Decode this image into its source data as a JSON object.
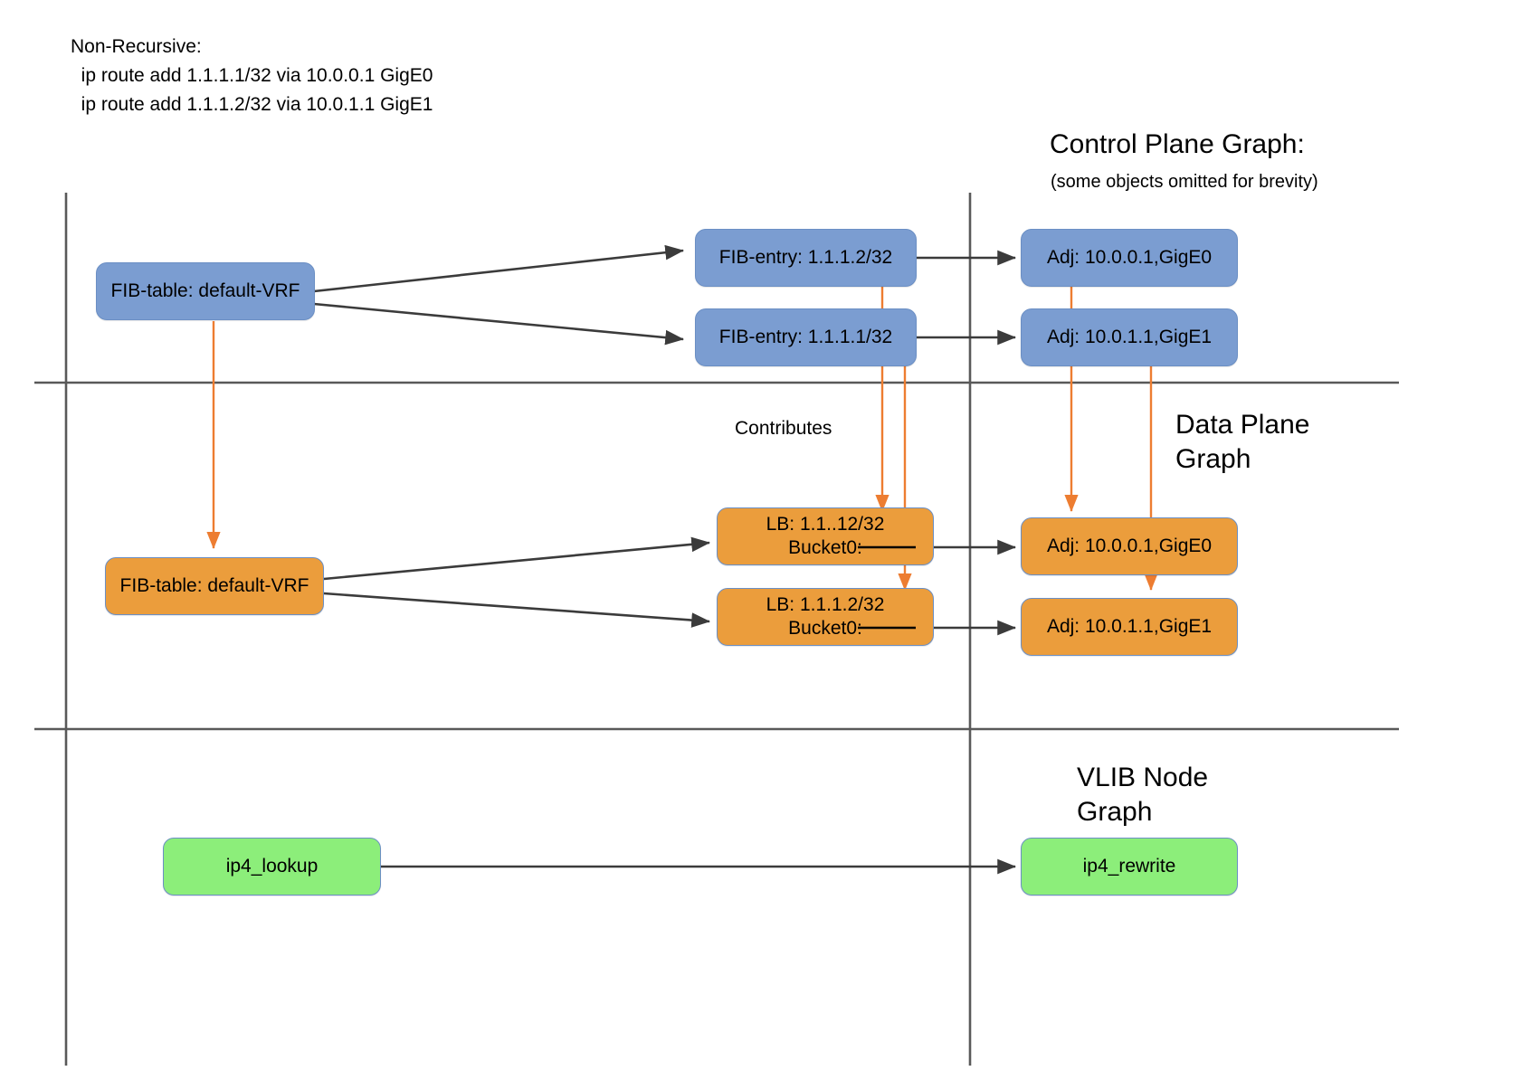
{
  "code_note": {
    "title": "Non-Recursive:",
    "lines": [
      "  ip route add 1.1.1.1/32 via 10.0.0.1 GigE0",
      "  ip route add 1.1.1.2/32 via 10.0.1.1 GigE1"
    ],
    "full": "Non-Recursive:\n  ip route add 1.1.1.1/32 via 10.0.0.1 GigE0\n  ip route add 1.1.1.2/32 via 10.0.1.1 GigE1"
  },
  "headers": {
    "control_plane_title": "Control Plane Graph:",
    "control_plane_subtitle": "(some objects omitted for brevity)",
    "data_plane_title": "Data Plane\nGraph",
    "vlib_title": "VLIB Node\nGraph"
  },
  "labels": {
    "contributes": "Contributes"
  },
  "nodes": {
    "control_plane": [
      {
        "id": "cp-fib-table",
        "label": "FIB-table: default-VRF",
        "color": "blue"
      },
      {
        "id": "cp-fib-entry-2",
        "label": "FIB-entry: 1.1.1.2/32",
        "color": "blue"
      },
      {
        "id": "cp-fib-entry-1",
        "label": "FIB-entry: 1.1.1.1/32",
        "color": "blue"
      },
      {
        "id": "cp-adj-0",
        "label": "Adj: 10.0.0.1,GigE0",
        "color": "blue"
      },
      {
        "id": "cp-adj-1",
        "label": "Adj: 10.0.1.1,GigE1",
        "color": "blue"
      }
    ],
    "data_plane": [
      {
        "id": "dp-fib-table",
        "label": "FIB-table: default-VRF",
        "color": "orange"
      },
      {
        "id": "dp-lb-0",
        "label": "LB: 1.1..12/32",
        "label2": "Bucket0:",
        "color": "orange"
      },
      {
        "id": "dp-lb-1",
        "label": "LB: 1.1.1.2/32",
        "label2": "Bucket0:",
        "color": "orange"
      },
      {
        "id": "dp-adj-0",
        "label": "Adj: 10.0.0.1,GigE0",
        "color": "orange"
      },
      {
        "id": "dp-adj-1",
        "label": "Adj: 10.0.1.1,GigE1",
        "color": "orange"
      }
    ],
    "vlib": [
      {
        "id": "vlib-lookup",
        "label": "ip4_lookup",
        "color": "green"
      },
      {
        "id": "vlib-rewrite",
        "label": "ip4_rewrite",
        "color": "green"
      }
    ]
  },
  "colors": {
    "blue_fill": "#7b9dd1",
    "orange_fill": "#eb9d3c",
    "green_fill": "#8cee7a",
    "node_stroke": "#6b8fc4",
    "black_edge": "#3b3b3b",
    "orange_edge": "#ed7d31",
    "divider": "#595959",
    "background": "#ffffff"
  },
  "chart_data": {
    "type": "diagram",
    "title": "VPP FIB non-recursive route: control plane, data plane and VLIB node graphs",
    "lanes": [
      "Control Plane Graph",
      "Data Plane Graph",
      "VLIB Node Graph"
    ],
    "edges": [
      {
        "from": "cp-fib-table",
        "to": "cp-fib-entry-2",
        "kind": "black"
      },
      {
        "from": "cp-fib-table",
        "to": "cp-fib-entry-1",
        "kind": "black"
      },
      {
        "from": "cp-fib-entry-2",
        "to": "cp-adj-0",
        "kind": "black"
      },
      {
        "from": "cp-fib-entry-1",
        "to": "cp-adj-1",
        "kind": "black"
      },
      {
        "from": "cp-fib-table",
        "to": "dp-fib-table",
        "kind": "orange"
      },
      {
        "from": "cp-fib-entry-2",
        "to": "dp-lb-0",
        "kind": "orange"
      },
      {
        "from": "cp-fib-entry-1",
        "to": "dp-lb-1",
        "kind": "orange"
      },
      {
        "from": "cp-adj-0",
        "to": "dp-adj-0",
        "kind": "orange"
      },
      {
        "from": "cp-adj-1",
        "to": "dp-adj-1",
        "kind": "orange"
      },
      {
        "from": "dp-fib-table",
        "to": "dp-lb-0",
        "kind": "black"
      },
      {
        "from": "dp-fib-table",
        "to": "dp-lb-1",
        "kind": "black"
      },
      {
        "from": "dp-lb-0",
        "to": "dp-adj-0",
        "kind": "black"
      },
      {
        "from": "dp-lb-1",
        "to": "dp-adj-1",
        "kind": "black"
      },
      {
        "from": "vlib-lookup",
        "to": "vlib-rewrite",
        "kind": "black"
      }
    ]
  }
}
